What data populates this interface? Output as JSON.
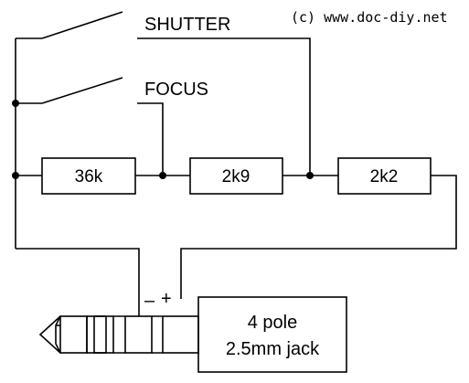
{
  "watermark": "(c) www.doc-diy.net",
  "switches": {
    "shutter_label": "SHUTTER",
    "focus_label": "FOCUS"
  },
  "resistors": [
    {
      "value": "36k"
    },
    {
      "value": "2k9"
    },
    {
      "value": "2k2"
    }
  ],
  "jack": {
    "minus_label": "–",
    "plus_label": "+",
    "line1": "4 pole",
    "line2": "2.5mm jack"
  }
}
